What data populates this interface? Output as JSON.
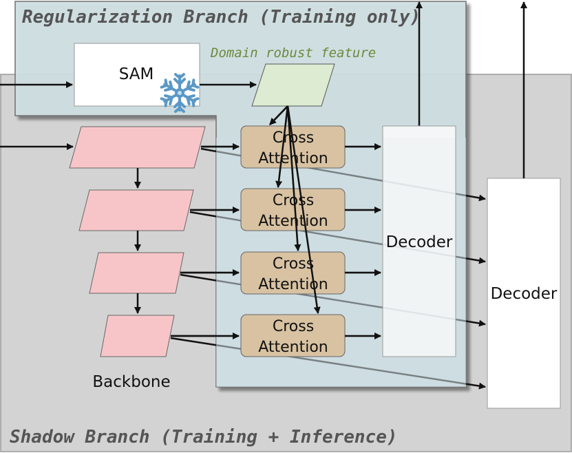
{
  "regularization_branch": {
    "title": "Regularization Branch (Training only)"
  },
  "shadow_branch": {
    "title": "Shadow Branch (Training + Inference)"
  },
  "sam": {
    "label": "SAM",
    "icon": "snowflake-icon"
  },
  "domain_feature": {
    "label": "Domain robust feature"
  },
  "cross_attention": [
    {
      "line1": "Cross",
      "line2": "Attention"
    },
    {
      "line1": "Cross",
      "line2": "Attention"
    },
    {
      "line1": "Cross",
      "line2": "Attention"
    },
    {
      "line1": "Cross",
      "line2": "Attention"
    }
  ],
  "decoders": [
    {
      "label": "Decoder"
    },
    {
      "label": "Decoder"
    }
  ],
  "backbone": {
    "label": "Backbone"
  },
  "colors": {
    "shadow_bg": "#d3d3d3",
    "regularization_bg": "#cfdfe3",
    "backbone_fill": "#f7c5c8",
    "feature_fill": "#dcebd2",
    "cross_attention_fill": "#d8c2a2",
    "snowflake": "#7fb8dc"
  }
}
